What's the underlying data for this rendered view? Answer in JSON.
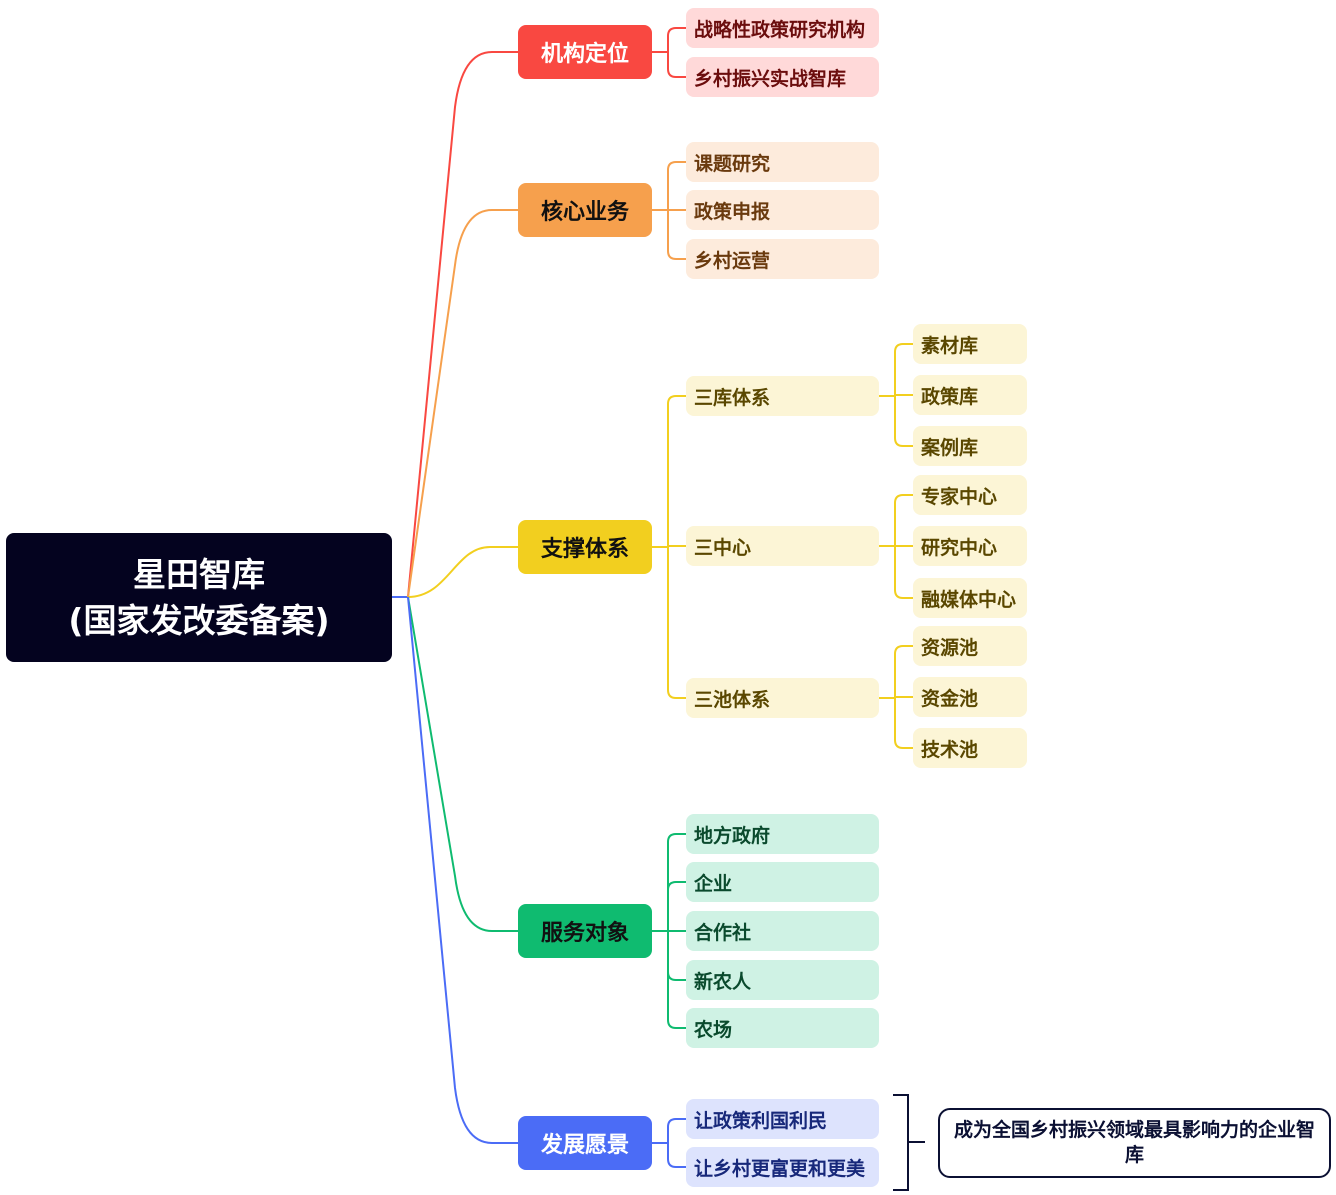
{
  "root": {
    "line1": "星田智库",
    "line2": "(国家发改委备案)"
  },
  "colors": {
    "root": "#04031f",
    "red": "#f94841",
    "orange": "#f6a04d",
    "yellow": "#f2cf1f",
    "green": "#0fbb70",
    "blue": "#4b6cf6"
  },
  "branches": [
    {
      "label": "机构定位",
      "children": [
        {
          "label": "战略性政策研究机构"
        },
        {
          "label": "乡村振兴实战智库"
        }
      ]
    },
    {
      "label": "核心业务",
      "children": [
        {
          "label": "课题研究"
        },
        {
          "label": "政策申报"
        },
        {
          "label": "乡村运营"
        }
      ]
    },
    {
      "label": "支撑体系",
      "children": [
        {
          "label": "三库体系",
          "children": [
            {
              "label": "素材库"
            },
            {
              "label": "政策库"
            },
            {
              "label": "案例库"
            }
          ]
        },
        {
          "label": "三中心",
          "children": [
            {
              "label": "专家中心"
            },
            {
              "label": "研究中心"
            },
            {
              "label": "融媒体中心"
            }
          ]
        },
        {
          "label": "三池体系",
          "children": [
            {
              "label": "资源池"
            },
            {
              "label": "资金池"
            },
            {
              "label": "技术池"
            }
          ]
        }
      ]
    },
    {
      "label": "服务对象",
      "children": [
        {
          "label": "地方政府"
        },
        {
          "label": "企业"
        },
        {
          "label": "合作社"
        },
        {
          "label": "新农人"
        },
        {
          "label": "农场"
        }
      ]
    },
    {
      "label": "发展愿景",
      "children": [
        {
          "label": "让政策利国利民"
        },
        {
          "label": "让乡村更富更和更美"
        }
      ]
    }
  ],
  "summary": {
    "text": "成为全国乡村振兴领域最具影响力的企业智库"
  }
}
